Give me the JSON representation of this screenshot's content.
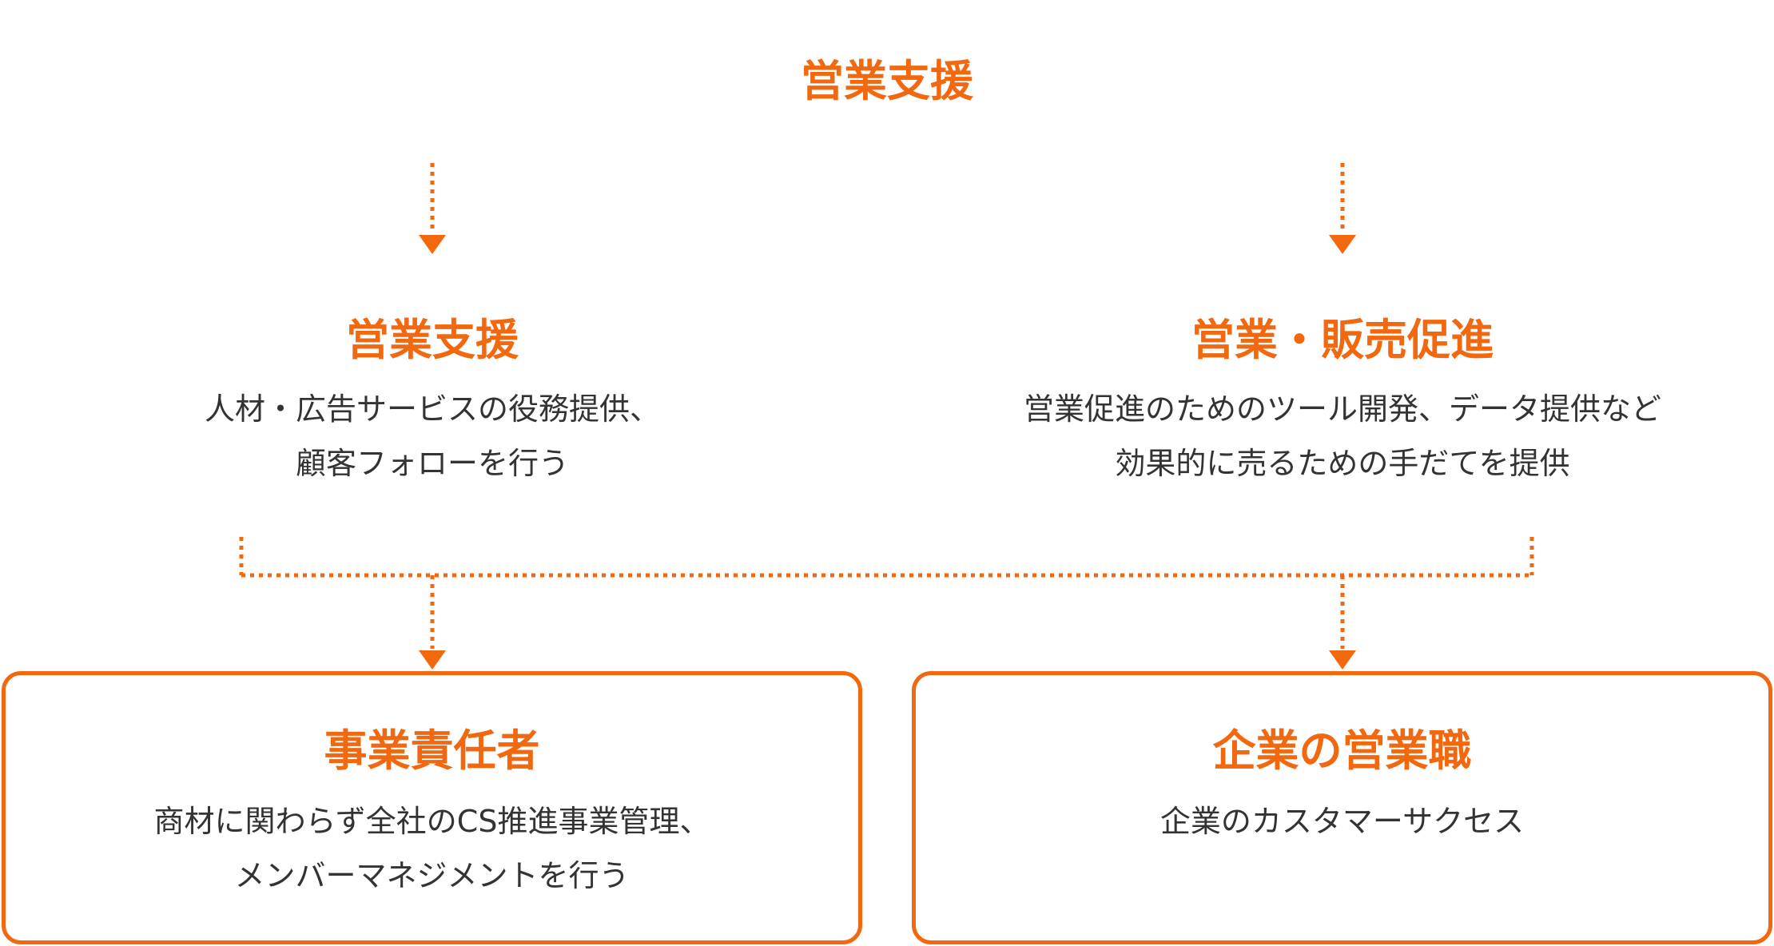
{
  "top_title": "営業支援",
  "left_branch": {
    "title": "営業支援",
    "lines": [
      "人材・広告サービスの役務提供、",
      "顧客フォローを行う"
    ]
  },
  "right_branch": {
    "title": "営業・販売促進",
    "lines": [
      "営業促進のためのツール開発、データ提供など",
      "効果的に売るための手だてを提供"
    ]
  },
  "left_box": {
    "title": "事業責任者",
    "lines": [
      "商材に関わらず全社のCS推進事業管理、",
      "メンバーマネジメントを行う"
    ]
  },
  "right_box": {
    "title": "企業の営業職",
    "lines": [
      "企業のカスタマーサクセス"
    ]
  },
  "colors": {
    "accent": "#f2680f",
    "text": "#333333",
    "background": "#ffffff"
  }
}
